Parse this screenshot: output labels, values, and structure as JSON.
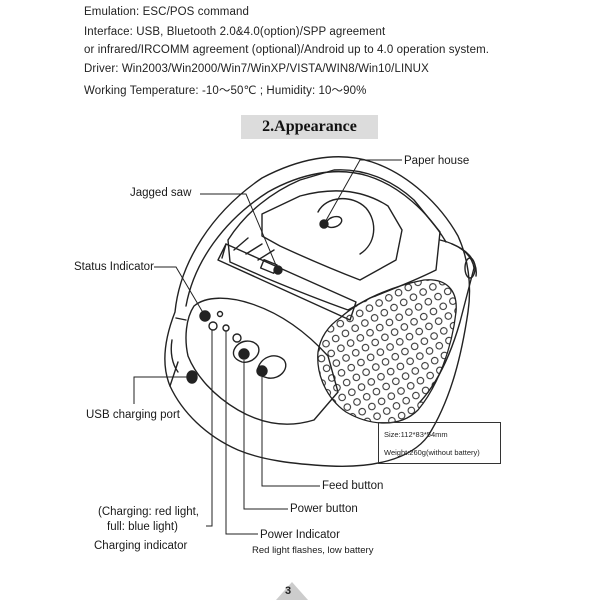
{
  "specs": {
    "emulation": "Emulation: ESC/POS  command",
    "interface": "Interface: USB, Bluetooth 2.0&4.0(option)/SPP agreement",
    "interface_cont": "or infrared/IRCOMM agreement (optional)/Android up to 4.0 operation system.",
    "driver": "Driver: Win2003/Win2000/Win7/WinXP/VISTA/WIN8/Win10/LINUX",
    "working": "Working Temperature: -10～50℃ ; Humidity: 10～90%"
  },
  "section_title": "2.Appearance",
  "labels": {
    "paper_house": "Paper house",
    "jagged_saw": "Jagged saw",
    "status_indicator": "Status Indicator",
    "usb_port": "USB charging port",
    "feed_button": "Feed button",
    "power_button": "Power button",
    "charging_note_1": "(Charging: red light,",
    "charging_note_2": "full: blue light)",
    "charging_indicator": "Charging indicator",
    "power_indicator": "Power Indicator",
    "power_indicator_note": "Red light flashes, low battery"
  },
  "spec_box": {
    "size": "Size:112*83*54mm",
    "weight": "Weight:260g(without battery)"
  },
  "page_number": "3"
}
